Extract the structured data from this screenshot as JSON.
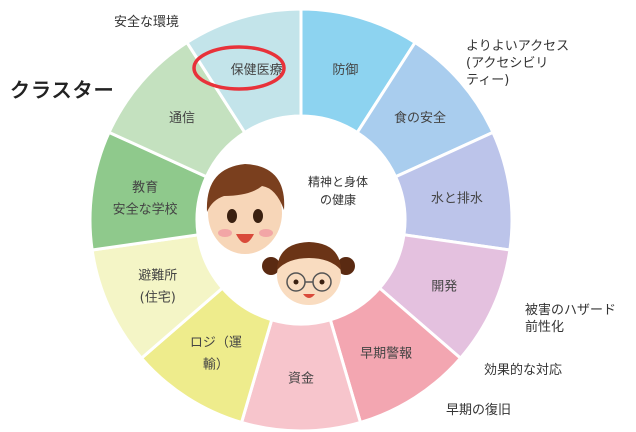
{
  "cluster_label": "クラスター",
  "external_labels": {
    "safe_environment": "安全な環境",
    "accessibility": "よりよいアクセス\n(アクセシビリ\nティー)",
    "disaster_vulnerability": "被害のハザード\n前性化",
    "effective_response": "効果的な対応",
    "early_recovery": "早期の復旧"
  },
  "center": {
    "line1": "精神と身体",
    "line2": "の健康"
  },
  "highlighted_segment": "保健医療",
  "highlight_color": "#e8323a",
  "segments": [
    {
      "label": "防御",
      "color": "#8dd3f0"
    },
    {
      "label": "食の安全",
      "color": "#a9cdee"
    },
    {
      "label": "水と排水",
      "color": "#bcc4ea"
    },
    {
      "label": "開発",
      "color": "#e4c1df"
    },
    {
      "label": "早期警報",
      "color": "#f3a6b1"
    },
    {
      "label": "資金",
      "color": "#f7c5cc"
    },
    {
      "label": "ロジ（運\n輸）",
      "color": "#eeec8c"
    },
    {
      "label": "避難所\n(住宅)",
      "color": "#f4f5c6"
    },
    {
      "label": "教育\n安全な学校",
      "color": "#8fc98c"
    },
    {
      "label": "通信",
      "color": "#c4e1bf"
    },
    {
      "label": "保健医療",
      "color": "#c3e4ea"
    }
  ],
  "icons": {
    "boy": "boy-face-icon",
    "girl": "girl-face-icon"
  }
}
